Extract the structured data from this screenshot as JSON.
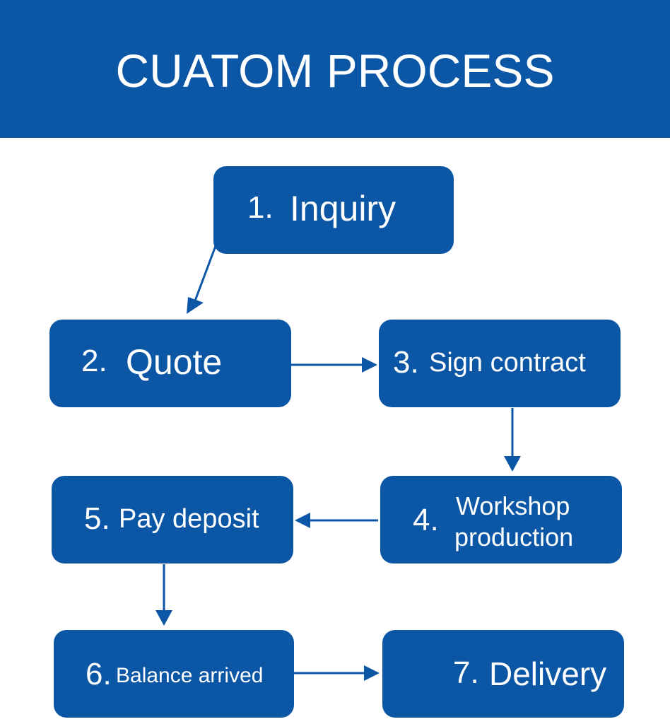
{
  "header": {
    "title": "CUATOM PROCESS"
  },
  "steps": [
    {
      "num": "1.",
      "label": "Inquiry"
    },
    {
      "num": "2.",
      "label": "Quote"
    },
    {
      "num": "3.",
      "label": "Sign contract"
    },
    {
      "num": "4.",
      "label_line1": "Workshop",
      "label_line2": "production"
    },
    {
      "num": "5.",
      "label": "Pay deposit"
    },
    {
      "num": "6.",
      "label": "Balance arrived"
    },
    {
      "num": "7.",
      "label": "Delivery"
    }
  ],
  "colors": {
    "primary": "#0b56a5",
    "background": "#ffffff"
  }
}
